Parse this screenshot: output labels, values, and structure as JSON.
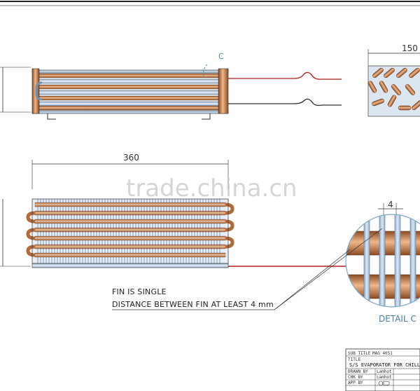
{
  "drawing": {
    "dimension_top_right": "150",
    "dimension_front": "360",
    "dimension_detail": "4",
    "section_marker": "C",
    "note_line_1": "FIN IS SINGLE",
    "note_line_2": "DISTANCE BETWEEN FIN  AT LEAST 4 mm",
    "detail_label": "DETAIL C",
    "watermark": "trade.china.cn"
  },
  "title_block": {
    "sub_title": "SUB TITLE",
    "part_number": "MAG 4051",
    "title_label": "TITLE",
    "title": "S/S EVAPORATOR FOR CHILLER",
    "row_drawn_by": "DRAWN BY",
    "row_checked": "CHK BY",
    "row_approved": "APP BY",
    "drawn_name": "Lamhot",
    "checked_name": "Lamhot"
  },
  "colors": {
    "copper": "#c87a4a",
    "fin": "#6f8fb3",
    "outline": "#333333",
    "red_tube": "#b02020"
  }
}
